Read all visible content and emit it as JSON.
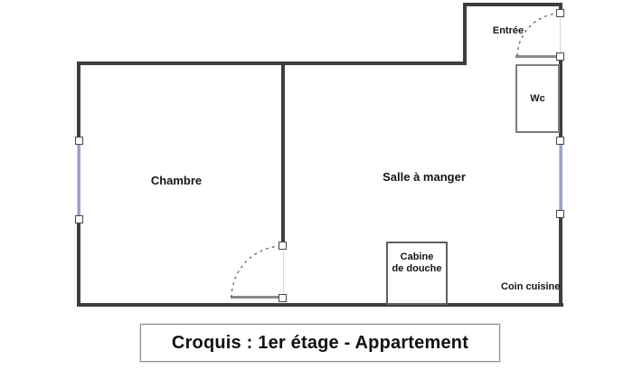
{
  "plan": {
    "title": "Croquis : 1er étage - Appartement",
    "rooms": {
      "chambre": "Chambre",
      "salle_a_manger": "Salle à manger",
      "entree": "Entrée",
      "wc": "Wc",
      "cabine_line1": "Cabine",
      "cabine_line2": "de douche",
      "coin_cuisine": "Coin cuisine"
    },
    "colors": {
      "wall": "#3e3e3e",
      "window": "#9ba2d1",
      "door_leaf": "#8a8a8a",
      "wc_border": "#7c7c7c",
      "shower_border": "#5f5f5f",
      "background": "#ffffff"
    }
  }
}
